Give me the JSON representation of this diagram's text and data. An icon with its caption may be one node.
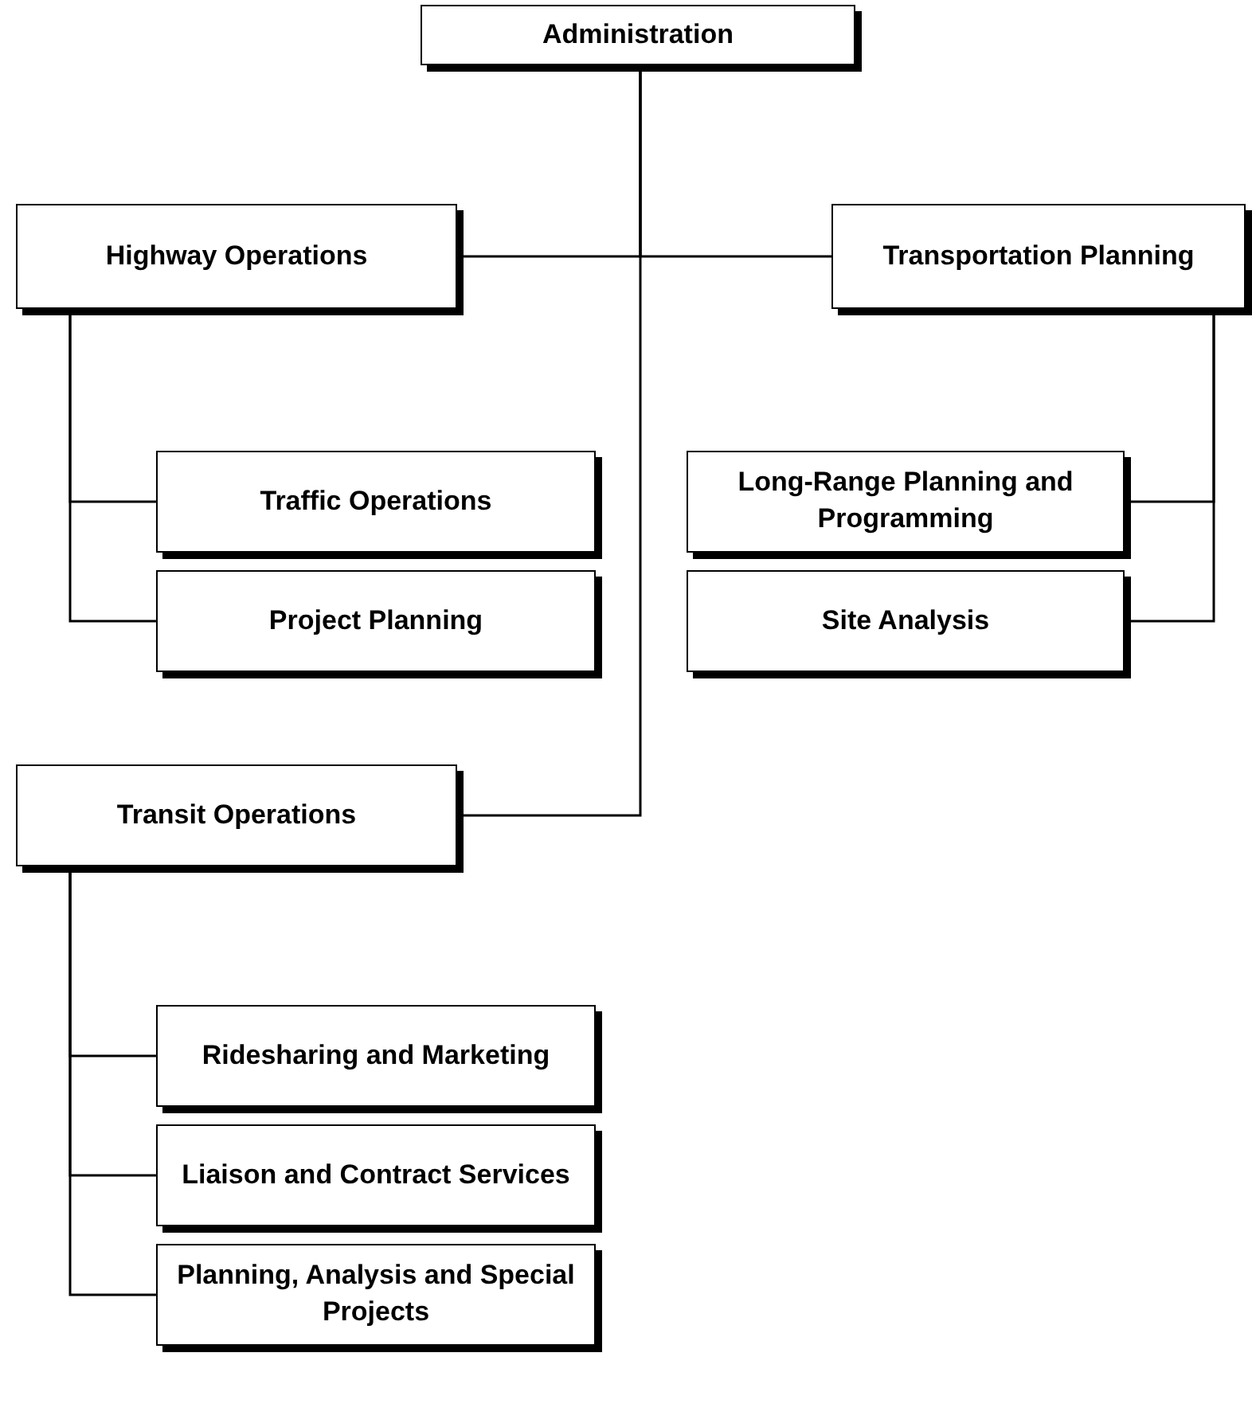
{
  "diagram": {
    "nodes": [
      {
        "text": [
          "Administration"
        ]
      },
      {
        "text": [
          "Highway Operations"
        ]
      },
      {
        "text": [
          "Transportation Planning"
        ]
      },
      {
        "text": [
          "Traffic Operations"
        ]
      },
      {
        "text": [
          "Project Planning"
        ]
      },
      {
        "text": [
          "Long-Range Planning and Programming"
        ]
      },
      {
        "text": [
          "Site Analysis"
        ]
      },
      {
        "text": [
          "Transit Operations"
        ]
      },
      {
        "text": [
          "Ridesharing and Marketing"
        ]
      },
      {
        "text": [
          "Liaison and Contract Services"
        ]
      },
      {
        "text": [
          "Planning, Analysis and Special Projects"
        ]
      }
    ],
    "edges": [
      {
        "from": 0,
        "to": 1,
        "arrow": "none"
      },
      {
        "from": 0,
        "to": 2,
        "arrow": "none"
      },
      {
        "from": 0,
        "to": 7,
        "arrow": "none"
      },
      {
        "from": 1,
        "to": 3,
        "arrow": "none"
      },
      {
        "from": 1,
        "to": 4,
        "arrow": "none"
      },
      {
        "from": 2,
        "to": 5,
        "arrow": "none"
      },
      {
        "from": 2,
        "to": 6,
        "arrow": "none"
      },
      {
        "from": 7,
        "to": 8,
        "arrow": "none"
      },
      {
        "from": 7,
        "to": 9,
        "arrow": "none"
      },
      {
        "from": 7,
        "to": 10,
        "arrow": "none"
      }
    ]
  }
}
